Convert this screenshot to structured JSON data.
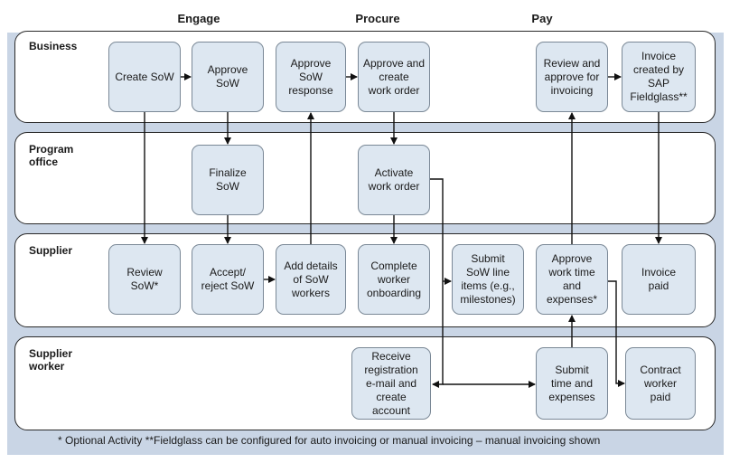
{
  "phases": {
    "engage": "Engage",
    "procure": "Procure",
    "pay": "Pay"
  },
  "lanes": {
    "business": "Business",
    "program_office": "Program\noffice",
    "supplier": "Supplier",
    "supplier_worker": "Supplier\nworker"
  },
  "steps": {
    "create_sow": "Create SoW",
    "approve_sow": "Approve\nSoW",
    "approve_sow_response": "Approve\nSoW\nresponse",
    "approve_create_work_order": "Approve and\ncreate\nwork order",
    "review_approve_invoicing": "Review and\napprove for\ninvoicing",
    "invoice_created": "Invoice\ncreated by\nSAP\nFieldglass**",
    "finalize_sow": "Finalize\nSoW",
    "activate_work_order": "Activate\nwork order",
    "review_sow": "Review\nSoW*",
    "accept_reject_sow": "Accept/\nreject SoW",
    "add_details_sow_workers": "Add details\nof SoW\nworkers",
    "complete_worker_onboarding": "Complete\nworker\nonboarding",
    "submit_sow_line_items": "Submit\nSoW line\nitems (e.g.,\nmilestones)",
    "approve_work_time_expenses": "Approve\nwork time\nand\nexpenses*",
    "invoice_paid": "Invoice\npaid",
    "receive_registration": "Receive\nregistration\ne-mail and\ncreate\naccount",
    "submit_time_expenses": "Submit\ntime and\nexpenses",
    "contract_worker_paid": "Contract\nworker\npaid"
  },
  "footnote": "* Optional Activity  **Fieldglass can be configured for auto invoicing or manual invoicing – manual invoicing shown",
  "colors": {
    "band": "#c9d5e5",
    "box_fill": "#dde7f1",
    "box_border": "#7a8896",
    "line": "#111111"
  }
}
